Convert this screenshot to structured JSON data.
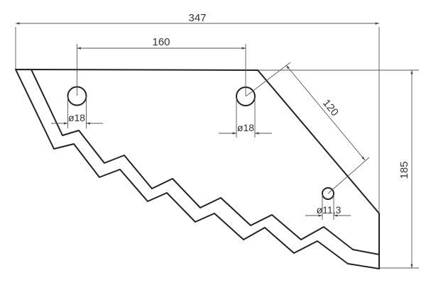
{
  "drawing": {
    "dimensions": {
      "overall_width": "347",
      "hole_spacing": "160",
      "diagonal_spacing": "120",
      "overall_height": "185"
    },
    "holes": [
      {
        "label": "ø18"
      },
      {
        "label": "ø18"
      },
      {
        "label": "ø11,3"
      }
    ],
    "colors": {
      "line": "#222222",
      "dimension": "#555555"
    }
  }
}
